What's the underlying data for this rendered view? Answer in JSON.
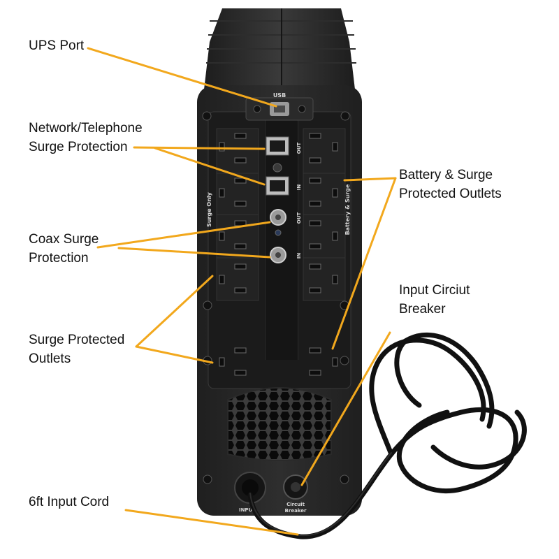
{
  "diagram": {
    "device_labels": {
      "usb": "USB",
      "out_network": "OUT",
      "in_network": "IN",
      "out_coax": "OUT",
      "in_coax": "IN",
      "surge_only": "Surge Only",
      "battery_surge": "Battery & Surge",
      "input": "INPUT",
      "circuit": "Circuit",
      "breaker": "Breaker"
    },
    "callouts": {
      "ups_port": {
        "lines": [
          "UPS Port"
        ]
      },
      "network": {
        "lines": [
          "Network/Telephone",
          "Surge Protection"
        ]
      },
      "coax": {
        "lines": [
          "Coax Surge",
          "Protection"
        ]
      },
      "surge_outlets": {
        "lines": [
          "Surge Protected",
          "Outlets"
        ]
      },
      "battery_outlets": {
        "lines": [
          "Battery & Surge",
          "Protected Outlets"
        ]
      },
      "circuit_breaker": {
        "lines": [
          "Input Circiut",
          "Breaker"
        ]
      },
      "input_cord": {
        "lines": [
          "6ft Input Cord"
        ]
      }
    },
    "colors": {
      "leader_line": "#f2a81d",
      "device_body": "#262626",
      "device_panel": "#1b1b1b",
      "cord": "#111111",
      "background": "#ffffff"
    }
  }
}
